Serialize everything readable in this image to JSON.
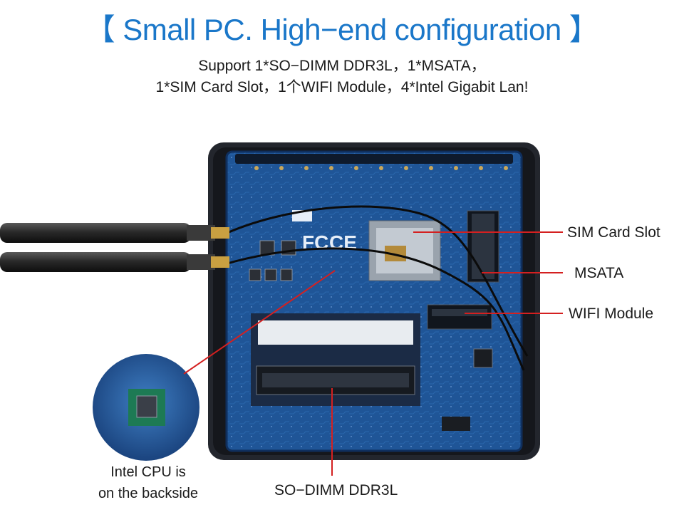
{
  "header": {
    "title": "【 Small PC. High−end configuration 】",
    "line1": "Support 1*SO−DIMM DDR3L，1*MSATA，",
    "line2": "1*SIM Card Slot，1个WIFI Module，4*Intel Gigabit Lan!"
  },
  "callouts": {
    "sim": "SIM Card Slot",
    "msata": "MSATA",
    "wifi": "WIFI Module",
    "sodimm": "SO−DIMM DDR3L",
    "cpu_line1": "Intel CPU is",
    "cpu_line2": "on the backside"
  },
  "colors": {
    "title": "#1a77c9",
    "board": "#1d4f8f",
    "case": "#1e2128",
    "callout_line": "#d42020"
  }
}
